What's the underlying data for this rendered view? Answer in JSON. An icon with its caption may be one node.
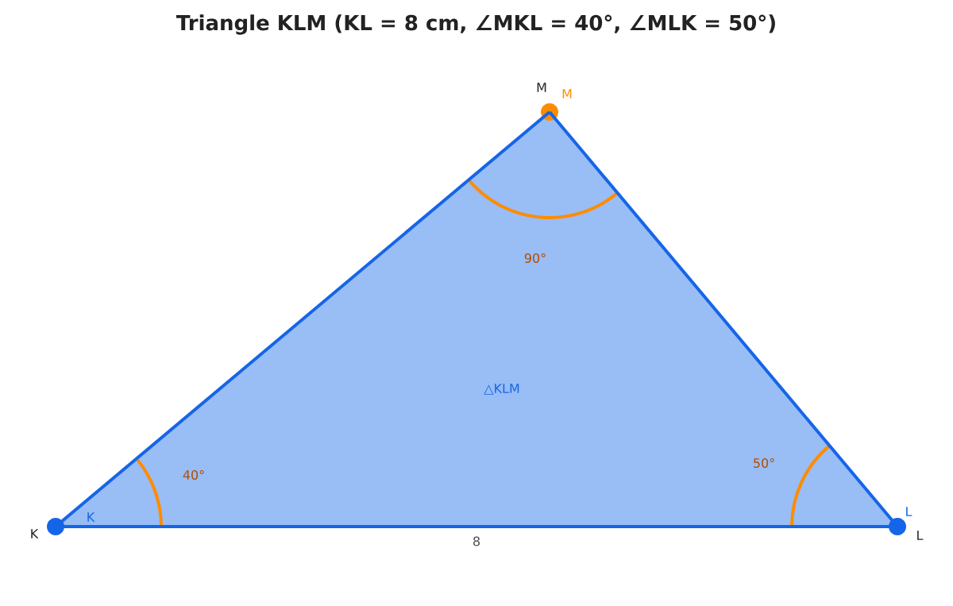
{
  "diagram": {
    "title": "Triangle KLM (KL = 8 cm, ∠MKL = 40°, ∠MLK = 50°)",
    "nodes": [
      {
        "text": [],
        "shape": "circle",
        "beside": [
          "K",
          "K"
        ]
      },
      {
        "text": [],
        "shape": "circle",
        "beside": [
          "L",
          "L"
        ]
      },
      {
        "text": [],
        "shape": "circle",
        "beside": [
          "M",
          "M"
        ]
      }
    ],
    "edges": [
      {
        "from": 0,
        "to": 1,
        "arrow": "none",
        "label": "8"
      },
      {
        "from": 1,
        "to": 2,
        "arrow": "none"
      },
      {
        "from": 2,
        "to": 0,
        "arrow": "none"
      }
    ],
    "labels": [
      "90°",
      "△KLM",
      "40°",
      "50°"
    ]
  }
}
